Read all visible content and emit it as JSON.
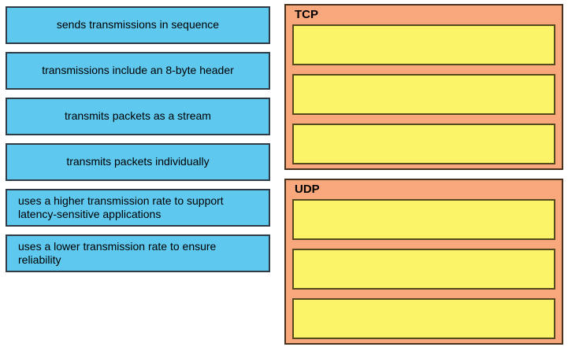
{
  "colors": {
    "page_background": "#ffffff",
    "item_fill": "#5ec8ef",
    "item_border": "#2f3c47",
    "panel_fill": "#f8a87c",
    "panel_border": "#46321d",
    "slot_fill": "#fbf468",
    "slot_border": "#55491d",
    "text": "#000000"
  },
  "draggable_items": [
    {
      "label": "sends transmissions in sequence"
    },
    {
      "label": "transmissions include an 8-byte header"
    },
    {
      "label": "transmits packets as a stream"
    },
    {
      "label": "transmits packets individually"
    },
    {
      "label": "uses a higher transmission rate to support latency-sensitive applications"
    },
    {
      "label": "uses a lower transmission rate to ensure reliability"
    }
  ],
  "drop_groups": [
    {
      "label": "TCP",
      "slots": [
        "",
        "",
        ""
      ]
    },
    {
      "label": "UDP",
      "slots": [
        "",
        "",
        ""
      ]
    }
  ]
}
